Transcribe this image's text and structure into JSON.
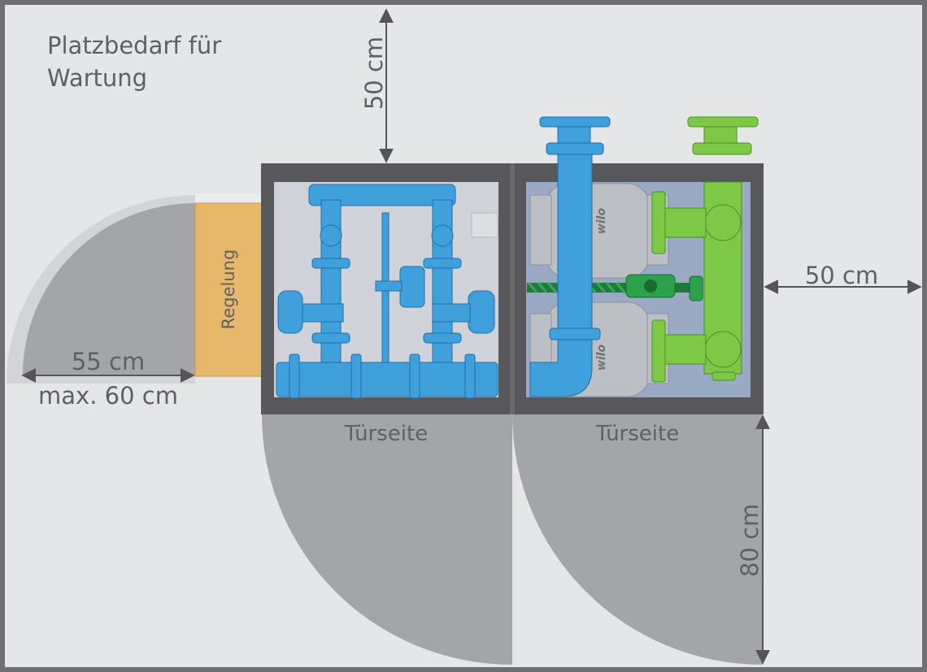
{
  "title_line1": "Platzbedarf für",
  "title_line2": "Wartung",
  "dim_top": "50 cm",
  "dim_right": "50 cm",
  "dim_left": "55 cm",
  "dim_left_max": "max. 60 cm",
  "dim_bottom_right": "80 cm",
  "control_label": "Regelung",
  "door_left": "Türseite",
  "door_right": "Türseite",
  "pump_brand_top": "wilo",
  "pump_brand_bottom": "wilo",
  "colors": {
    "background": "#e5e6e8",
    "border": "#6f6f73",
    "clearance_zone": "#a4a5a9",
    "cabinet_frame": "#58585c",
    "control_box": "#e8b86a",
    "pipe_blue": "#3fa0dc",
    "pipe_green": "#7dc846",
    "text": "#5f6064"
  }
}
